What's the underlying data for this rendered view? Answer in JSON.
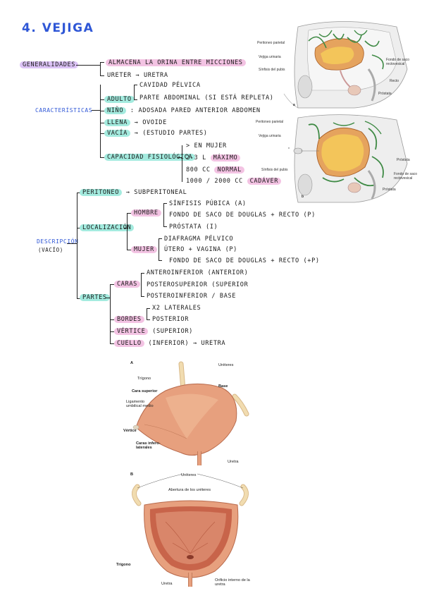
{
  "title": "4. VEJIGA",
  "generalidades": {
    "label": "GENERALIDADES",
    "items": [
      "ALMACENA LA ORINA ENTRE MICCIONES",
      "URETER → URETRA"
    ]
  },
  "caracteristicas": {
    "label": "CARACTERÍSTICAS",
    "adulto": {
      "label": "ADULTO",
      "items": [
        "CAVIDAD PÉLVICA",
        "PARTE ABDOMINAL (SI ESTÁ REPLETA)"
      ]
    },
    "nino": {
      "label": "NIÑO",
      "text": ": ADOSADA PARED ANTERIOR ABDOMEN"
    },
    "llena": {
      "label": "LLENA",
      "text": "→ OVOIDE"
    },
    "vacia": {
      "label": "VACÍA",
      "text": "→ (ESTUDIO PARTES)"
    },
    "capacidad": {
      "label": "CAPACIDAD FISIOLÓGICA",
      "items": [
        {
          "text": "> EN MUJER",
          "tag": ""
        },
        {
          "text": "2-3 L",
          "tag": "MÁXIMO"
        },
        {
          "text": "800 CC",
          "tag": "NORMAL"
        },
        {
          "text": "1000 / 2000 CC",
          "tag": "CADÁVER"
        }
      ]
    }
  },
  "descripcion": {
    "label": "DESCRIPCIÓN",
    "sublabel": "(VACÍO)",
    "peritoneo": {
      "label": "PERITONEO",
      "text": "→ SUBPERITONEAL"
    },
    "localizacion": {
      "label": "LOCALIZACIÓN",
      "hombre": {
        "label": "HOMBRE",
        "items": [
          "SÍNFISIS PÚBICA (A)",
          "FONDO DE SACO DE DOUGLAS + RECTO (P)",
          "PRÓSTATA (I)"
        ]
      },
      "mujer": {
        "label": "MUJER",
        "items": [
          "DIAFRAGMA PÉLVICO",
          "ÚTERO + VAGINA (P)",
          "FONDO DE SACO DE DOUGLAS + RECTO (+P)"
        ]
      }
    },
    "partes": {
      "label": "PARTES",
      "caras": {
        "label": "CARAS",
        "items": [
          "ANTEROINFERIOR (ANTERIOR)",
          "POSTEROSUPERIOR (SUPERIOR",
          "POSTEROINFERIOR / BASE"
        ]
      },
      "bordes": {
        "label": "BORDES",
        "items": [
          "X2 LATERALES",
          "POSTERIOR"
        ]
      },
      "vertice": {
        "label": "VÉRTICE",
        "text": "(SUPERIOR)"
      },
      "cuello": {
        "label": "CUELLO",
        "text": "(INFERIOR) → URETRA"
      }
    }
  },
  "figures": {
    "top1": {
      "letter": "a",
      "labels": [
        "Peritoneo parietal",
        "Vejiga urinaria",
        "Sínfisis del pubis",
        "Fondo de saco rectovesical",
        "Recto",
        "Próstata"
      ]
    },
    "top2": {
      "letter": "b",
      "labels": [
        "Peritoneo parietal",
        "Vejiga urinaria",
        "*",
        "Sínfisis del pubis",
        "Próstata",
        "Fondo de saco rectovesical",
        "Próstata"
      ]
    },
    "figA": {
      "letter": "A",
      "labels": [
        "Uréteres",
        "Trígono",
        "Cara superior",
        "Base",
        "Ligamento umbilical medio",
        "Vértice",
        "Caras infero-laterales",
        "Uretra"
      ]
    },
    "figB": {
      "letter": "B",
      "labels": [
        "Uréteres",
        "Abertura de los uréteres",
        "Trígono",
        "Uretra",
        "Orificio interno de la uretra"
      ]
    }
  },
  "colors": {
    "title_blue": "#2f57d6",
    "highlight_pink": "#f3c3e3",
    "highlight_teal": "#a4ebdf",
    "highlight_lavender": "#dcc3f6",
    "bladder": "#e7a07e",
    "ureter": "#f1dcb0",
    "muscle_green": "#3f8a45",
    "bladder_fill_yellow": "#f3c55a"
  }
}
